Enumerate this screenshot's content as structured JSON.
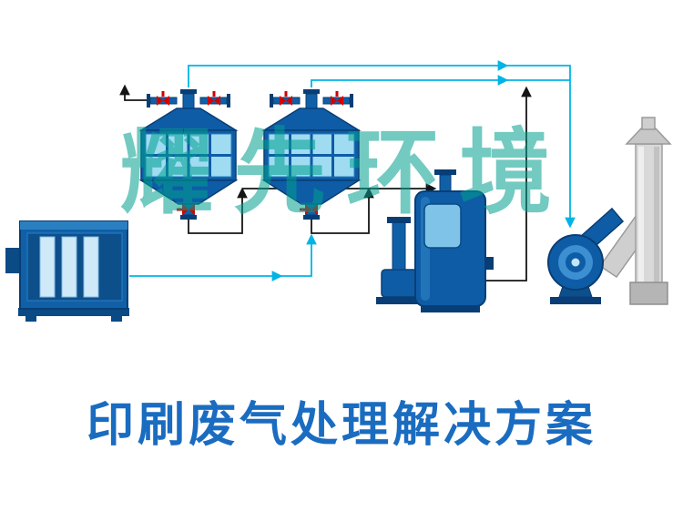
{
  "watermark": {
    "text": "耀先环境",
    "color": "#00a08f"
  },
  "title": {
    "text": "印刷废气处理解决方案",
    "color": "#1a6cc0"
  },
  "diagram": {
    "type": "process-flow-diagram",
    "equipment": [
      "box-treatment-unit",
      "filter-adsorption-unit-1",
      "filter-adsorption-unit-2",
      "scrubber-tank",
      "circulation-pump",
      "centrifugal-fan",
      "exhaust-chimney"
    ],
    "colors": {
      "line_cyan": "#00b4e6",
      "line_black": "#151515",
      "equipment_blue": "#0f5ca6",
      "equipment_blue_dark": "#083e75",
      "panel_light_blue": "#9fdcf2",
      "valve_red": "#d40000",
      "chimney_gray": "#d9d9d9",
      "watermark_green": "#00a08f",
      "title_blue": "#1a6cc0"
    }
  }
}
